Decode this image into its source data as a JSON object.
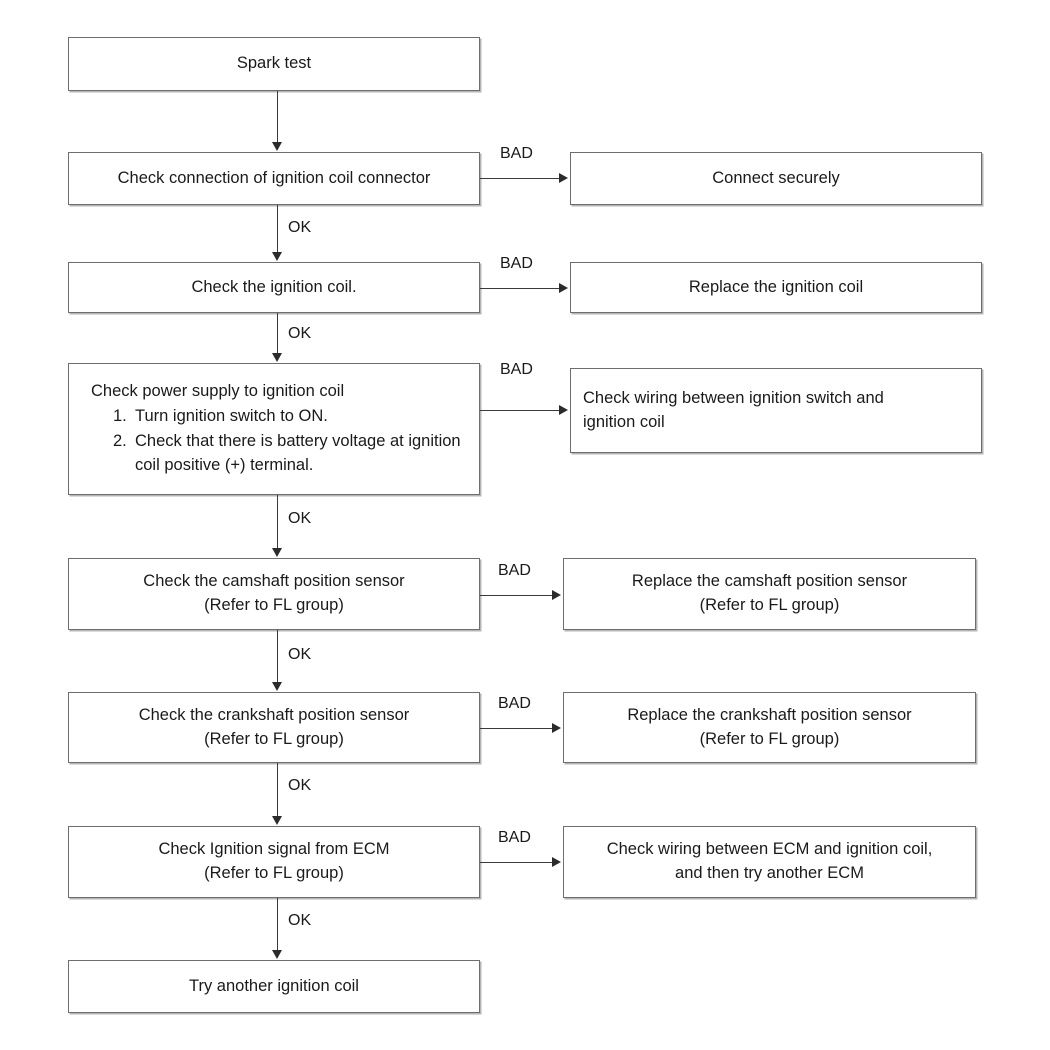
{
  "diagram": {
    "title": "Spark test troubleshooting flowchart",
    "colors": {
      "box_border": "#6e6e6e",
      "connector": "#3a3a3a",
      "text": "#1a1a1a",
      "background": "#ffffff"
    },
    "edge_labels": {
      "ok": "OK",
      "bad": "BAD"
    },
    "main_steps": [
      {
        "id": "spark-test",
        "text": "Spark test"
      },
      {
        "id": "check-connection",
        "text": "Check connection of ignition coil connector"
      },
      {
        "id": "check-coil",
        "text": "Check the ignition coil."
      },
      {
        "id": "check-power-supply",
        "heading": "Check power supply to ignition coil",
        "items": [
          {
            "num": "1.",
            "text": "Turn ignition switch to ON."
          },
          {
            "num": "2.",
            "text": "Check that there is battery voltage at ignition coil positive (+) terminal."
          }
        ]
      },
      {
        "id": "check-cmp",
        "line1": "Check the camshaft position sensor",
        "line2": "(Refer to FL group)"
      },
      {
        "id": "check-ckp",
        "line1": "Check the crankshaft position sensor",
        "line2": "(Refer to FL group)"
      },
      {
        "id": "check-ecm-signal",
        "line1": "Check Ignition signal from ECM",
        "line2": "(Refer to FL group)"
      },
      {
        "id": "try-another-coil",
        "text": "Try another ignition coil"
      }
    ],
    "bad_branches": [
      {
        "id": "connect-securely",
        "text": "Connect securely"
      },
      {
        "id": "replace-coil",
        "text": "Replace the ignition coil"
      },
      {
        "id": "check-wiring-switch",
        "line1": "Check wiring between ignition switch and",
        "line2": "ignition coil"
      },
      {
        "id": "replace-cmp",
        "line1": "Replace the camshaft position sensor",
        "line2": "(Refer to FL group)"
      },
      {
        "id": "replace-ckp",
        "line1": "Replace the crankshaft position sensor",
        "line2": "(Refer to FL group)"
      },
      {
        "id": "check-wiring-ecm",
        "line1": "Check wiring between ECM and ignition coil,",
        "line2": "and then try another ECM"
      }
    ]
  }
}
